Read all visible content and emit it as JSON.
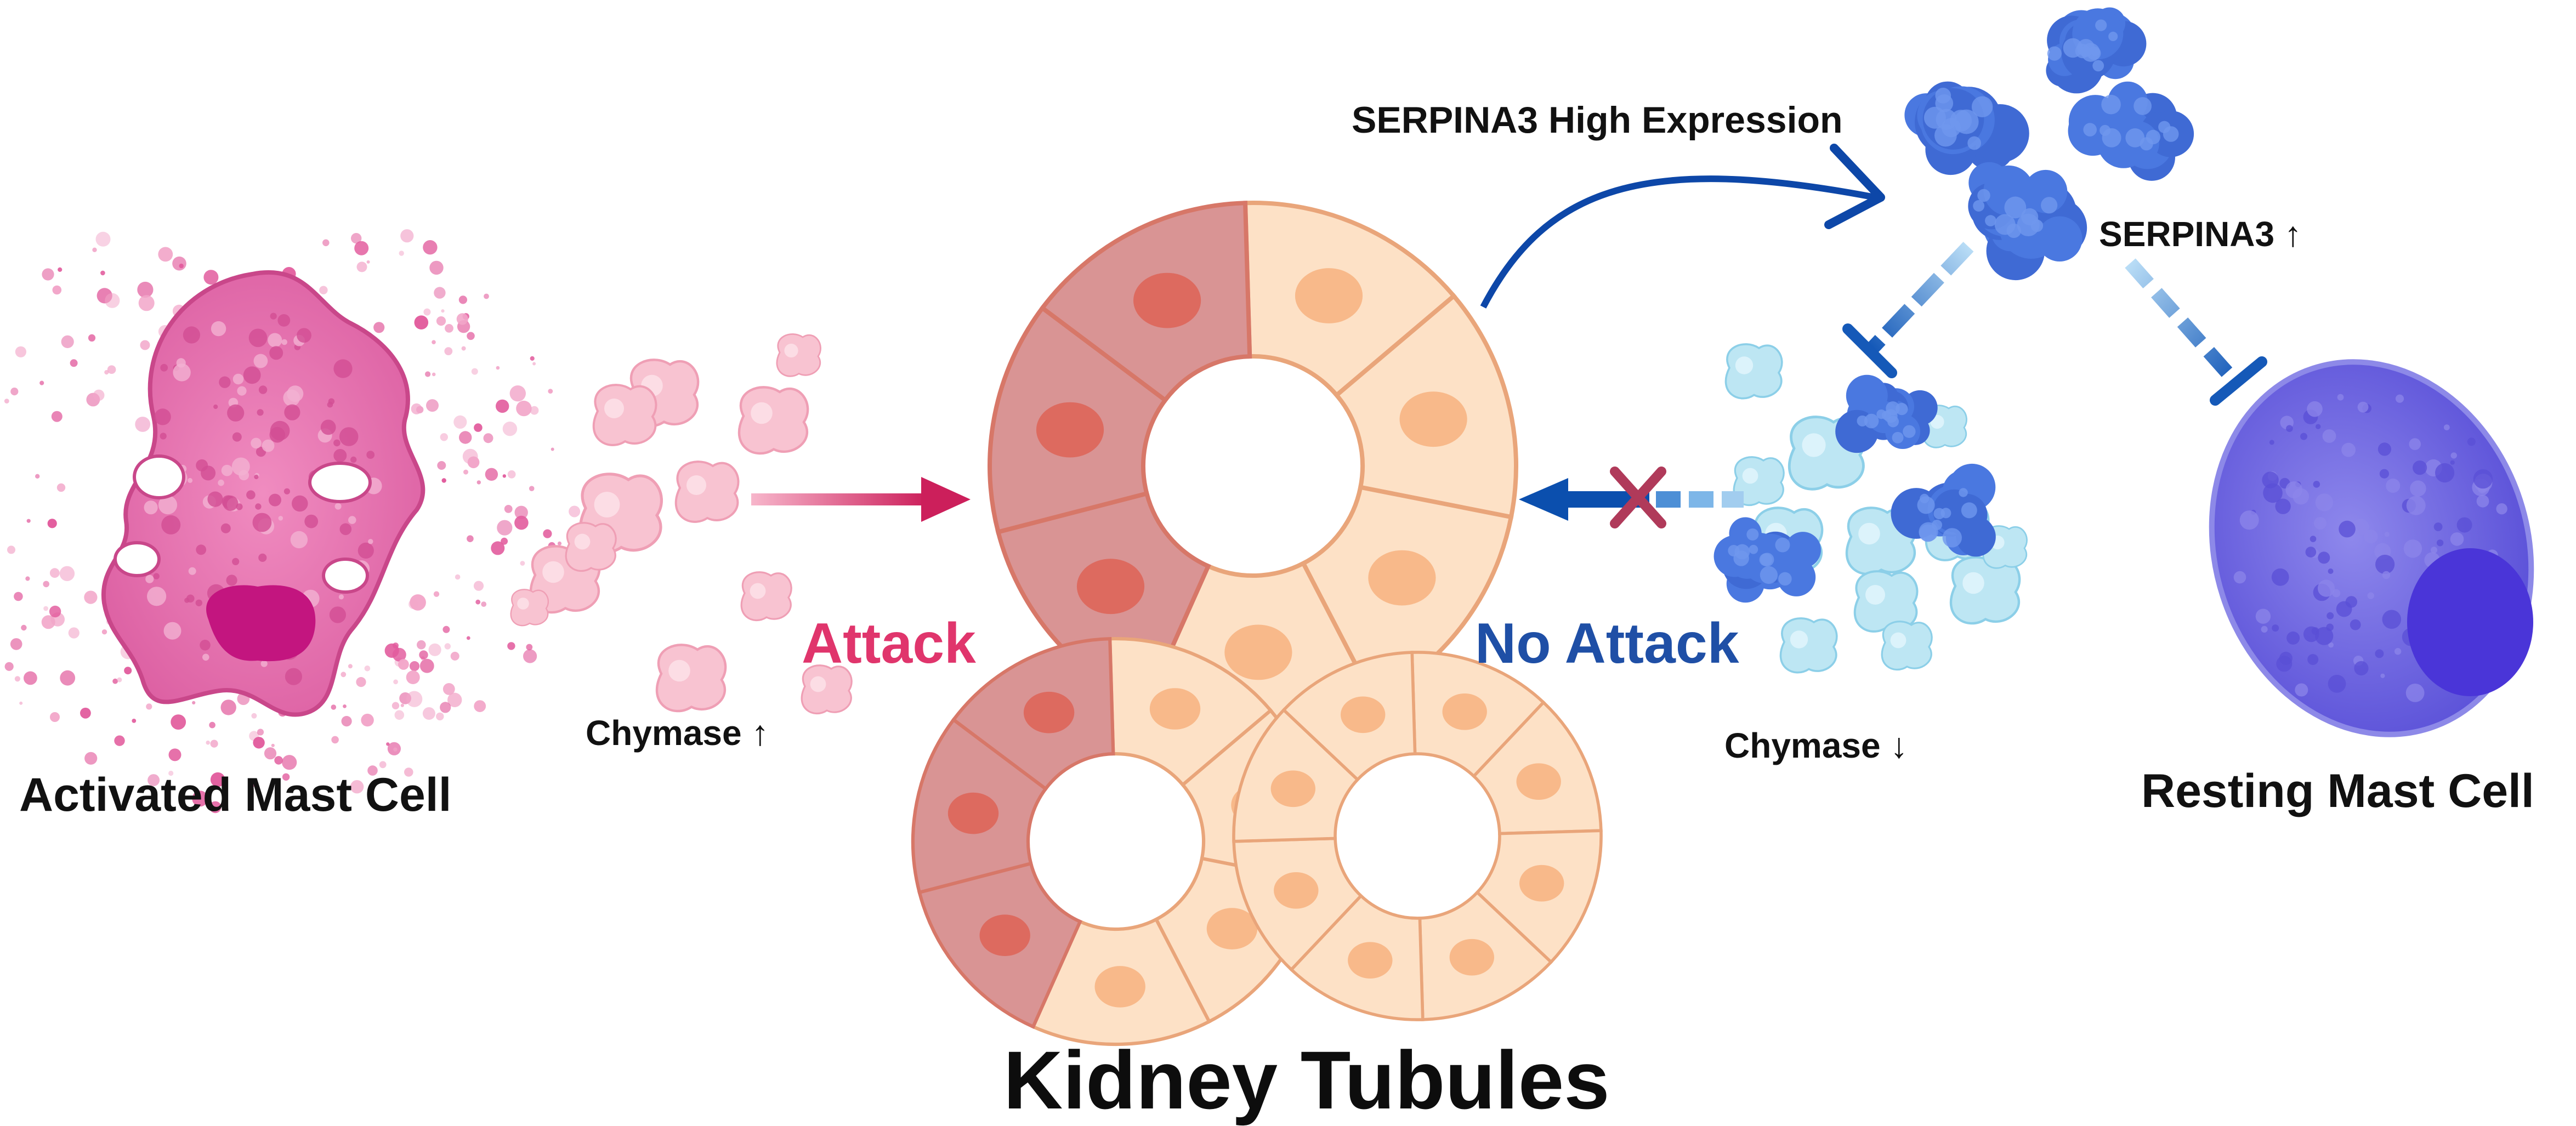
{
  "labels": {
    "activated_mast_cell": "Activated Mast Cell",
    "resting_mast_cell": "Resting Mast Cell",
    "chymase_up": "Chymase ↑",
    "chymase_down": "Chymase ↓",
    "attack": "Attack",
    "no_attack": "No Attack",
    "serpina3_high": "SERPINA3 High Expression",
    "serpina3_up": "SERPINA3 ↑",
    "kidney_tubules": "Kidney Tubules"
  },
  "colors": {
    "activated_cell": "#e86fae",
    "activated_nucleus": "#c3157f",
    "chymase_pink": "#f8bccb",
    "attack_text": "#e0356c",
    "damaged_cell": "#d99494",
    "damaged_nucleus": "#dd6a5f",
    "healthy_cell": "#fde1c6",
    "healthy_nucleus": "#f8b98a",
    "tubule_border": "#e9a57a",
    "serpina3_blue": "#4a78e0",
    "chymase_light_blue": "#bde6f3",
    "resting_cell": "#6f66e0",
    "resting_nucleus": "#4a35d8",
    "no_attack_text": "#1f4fa6",
    "inhibit_arrow": "#2f78c8",
    "block_x": "#b03a5a"
  }
}
